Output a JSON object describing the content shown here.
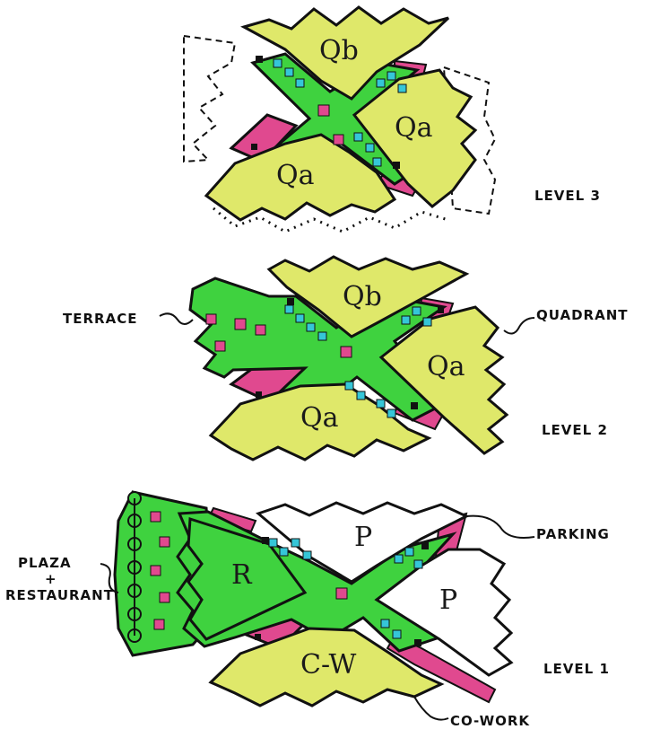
{
  "colors": {
    "yellow": "#dfe86a",
    "green": "#3fd23f",
    "pink": "#e0498f",
    "cyan": "#35c6d8",
    "ink": "#111111",
    "white": "#ffffff"
  },
  "levels": [
    {
      "level_label": "LEVEL 3",
      "zones": [
        "Qb",
        "Qa",
        "Qa"
      ]
    },
    {
      "level_label": "LEVEL 2",
      "zones": [
        "Qb",
        "Qa",
        "Qa"
      ],
      "callouts": [
        "TERRACE",
        "QUADRANT"
      ]
    },
    {
      "level_label": "LEVEL 1",
      "zones": [
        "P",
        "P",
        "R",
        "C-W"
      ],
      "callouts": [
        "PARKING",
        "PLAZA",
        "+",
        "RESTAURANT",
        "CO-WORK"
      ]
    }
  ]
}
